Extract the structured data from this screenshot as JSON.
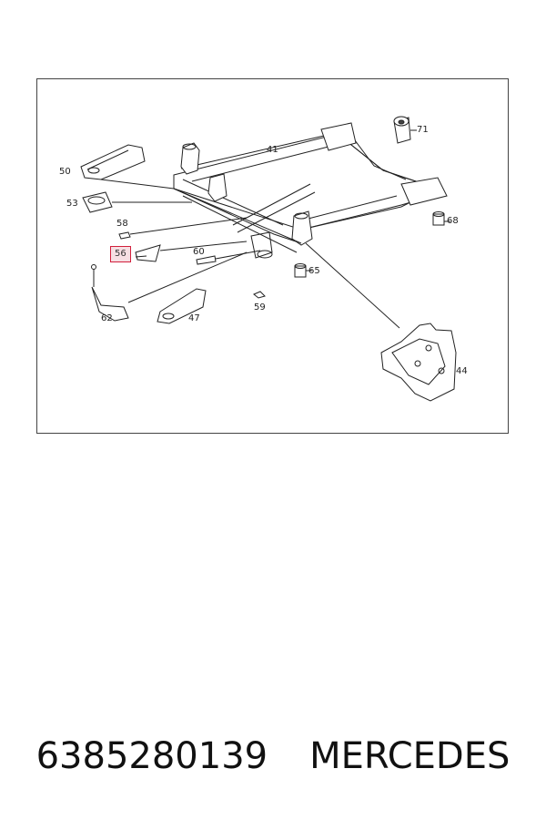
{
  "diagram": {
    "callouts": {
      "c41": "41",
      "c71": "71",
      "c50": "50",
      "c53": "53",
      "c58": "58",
      "c56": "56",
      "c60": "60",
      "c68": "68",
      "c65": "65",
      "c62": "62",
      "c47": "47",
      "c59": "59",
      "c44": "44"
    },
    "highlighted_part": "56",
    "highlight_color": "#d21f3c"
  },
  "footer": {
    "part_number": "6385280139",
    "brand": "MERCEDES"
  }
}
